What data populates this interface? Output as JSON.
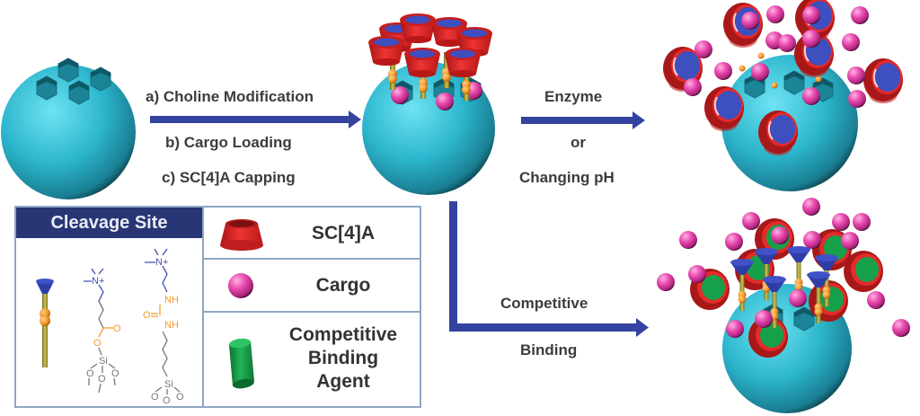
{
  "figure": {
    "step1": {
      "arrow_labels": [
        "a) Choline Modification",
        "b) Cargo Loading",
        "c) SC[4]A Capping"
      ]
    },
    "step2_release": {
      "arrow_labels": [
        "Enzyme",
        "or",
        "Changing pH"
      ]
    },
    "step3_competitive": {
      "arrow_labels": [
        "Competitive",
        "Binding"
      ]
    },
    "legend": {
      "header": "Cleavage Site",
      "items": [
        {
          "label": "SC[4]A",
          "icon": "red-truncated-cone-icon"
        },
        {
          "label": "Cargo",
          "icon": "pink-sphere-icon"
        },
        {
          "label": "Competitive Binding Agent",
          "label_lines": [
            "Competitive",
            "Binding",
            "Agent"
          ],
          "icon": "green-cylinder-icon"
        }
      ],
      "structures": {
        "structure1": {
          "top": "N+",
          "carbonyl_O": "O",
          "ester_O": "O",
          "si": "Si",
          "methoxy": [
            "O",
            "O",
            "O"
          ]
        },
        "structure2": {
          "top": "N+",
          "nh1": "NH",
          "urea_O": "O",
          "nh2": "NH",
          "si": "Si",
          "methoxy": [
            "O",
            "O",
            "O"
          ]
        }
      }
    },
    "colors": {
      "silica": "#2fb8cf",
      "arrow": "#3443a0",
      "cap_red": "#e52a2a",
      "cap_inner_blue": "#3e4fc0",
      "cargo_pink": "#e24aa6",
      "agent_green": "#17a04a",
      "linker_orange": "#f39a2a",
      "stalk_olive": "#b7b04a",
      "legend_header": "#283675",
      "legend_border": "#8fa6c4"
    }
  }
}
